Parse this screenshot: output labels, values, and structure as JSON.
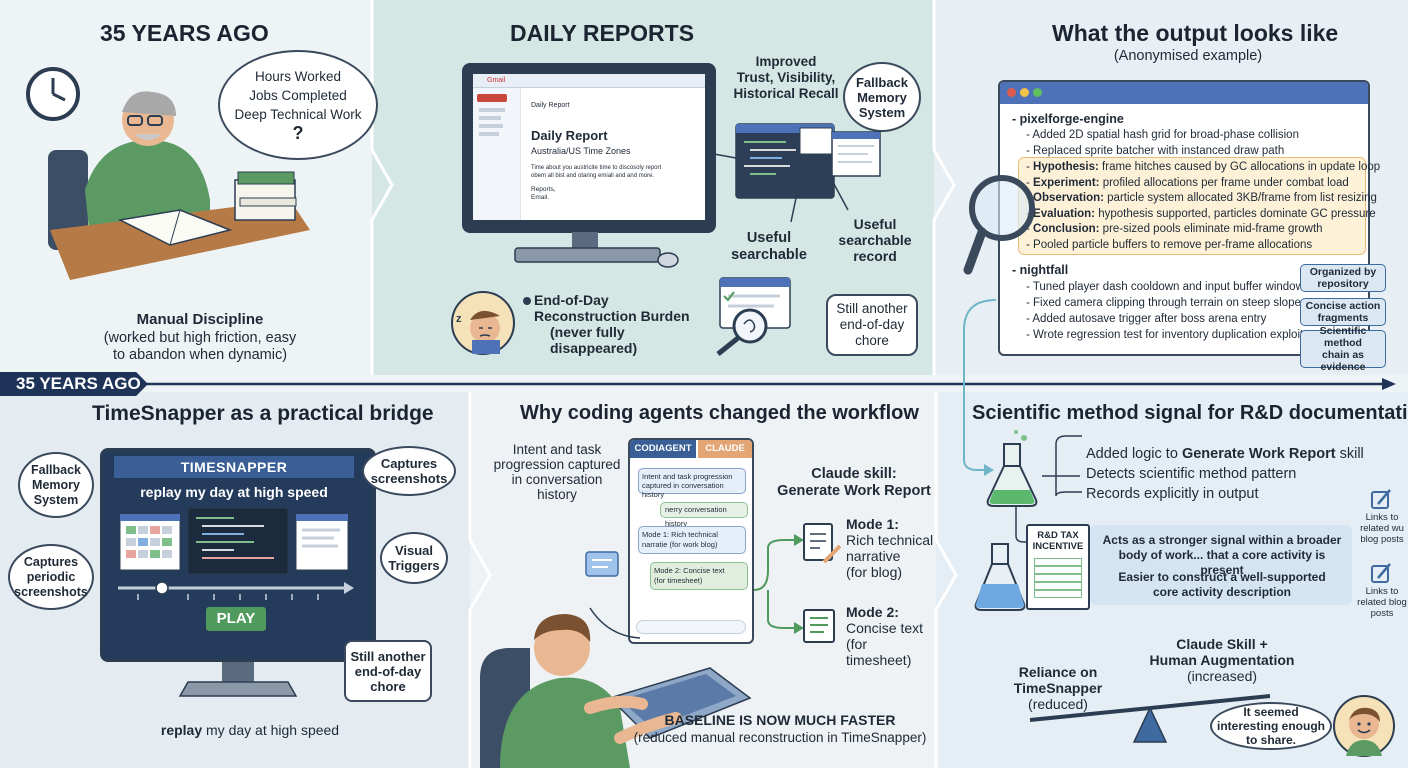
{
  "top_left": {
    "title": "35 YEARS AGO",
    "thought_lines": [
      "Hours Worked",
      "Jobs Completed",
      "Deep Technical Work",
      "?"
    ],
    "caption_bold": "Manual Discipline",
    "caption_lines": [
      "(worked but high friction, easy",
      "to abandon when dynamic)"
    ]
  },
  "top_middle": {
    "title": "DAILY REPORTS",
    "benefit_lines": [
      "Improved",
      "Trust, Visibility,",
      "Historical Recall"
    ],
    "fallback_lines": [
      "Fallback",
      "Memory",
      "System"
    ],
    "screen_mail_label": "Gmail",
    "screen_subject": "Daily Report",
    "screen_heading": "Daily Report",
    "screen_sub": "Australia/US Time Zones",
    "screen_body": [
      "Time about you austricite time to discosoly report",
      "obem all bist and otaring emiall and and more."
    ],
    "screen_sign": [
      "Reports,",
      "Email."
    ],
    "useful1_lines": [
      "Useful",
      "searchable"
    ],
    "useful2_lines": [
      "Useful",
      "searchable",
      "record"
    ],
    "burden_lines": [
      "End-of-Day",
      "Reconstruction Burden",
      "(never fully",
      "disappeared)"
    ],
    "chore_lines": [
      "Still another",
      "end-of-day",
      "chore"
    ]
  },
  "top_right": {
    "title": "What the output looks like",
    "subtitle": "(Anonymised example)",
    "projects": [
      {
        "name": "- pixelforge-engine",
        "items": [
          "- Added 2D spatial hash grid for broad-phase collision",
          "- Replaced sprite batcher with instanced draw path"
        ]
      }
    ],
    "method_items": [
      {
        "k": "Hypothesis:",
        "v": " frame hitches caused by GC allocations in update loop"
      },
      {
        "k": "Experiment:",
        "v": " profiled allocations per frame under combat load"
      },
      {
        "k": "Observation:",
        "v": " particle system allocated 3KB/frame from list resizing"
      },
      {
        "k": "Evaluation:",
        "v": " hypothesis supported, particles dominate GC pressure"
      },
      {
        "k": "Conclusion:",
        "v": " pre-sized pools eliminate mid-frame growth"
      },
      {
        "k": "",
        "v": "- Pooled particle buffers to remove per-frame allocations"
      }
    ],
    "project2": "- nightfall",
    "project2_items": [
      "- Tuned player dash cooldown and input buffer window",
      "- Fixed camera clipping through terrain on steep slopes",
      "- Added autosave trigger after boss arena entry",
      "- Wrote regression test for inventory duplication exploit"
    ],
    "tags": [
      [
        "Organized by",
        "repository"
      ],
      [
        "Concise action",
        "fragments"
      ],
      [
        "Scientific method",
        "chain as",
        "evidence"
      ]
    ]
  },
  "timeline_label": "35 YEARS AGO",
  "bottom_left": {
    "title": "TimeSnapper as a practical bridge",
    "fallback_lines": [
      "Fallback",
      "Memory",
      "System"
    ],
    "captures_lines": [
      "Captures",
      "screenshots"
    ],
    "periodic_lines": [
      "Captures",
      "periodic",
      "screenshots"
    ],
    "visual_lines": [
      "Visual",
      "Triggers"
    ],
    "chore_lines": [
      "Still another",
      "end-of-day",
      "chore"
    ],
    "app_name": "TIMESNAPPER",
    "replay_text": "replay my day at high speed",
    "play_label": "PLAY",
    "caption_bold": "replay",
    "caption_rest": " my day at high speed"
  },
  "bottom_middle": {
    "title": "Why coding agents changed the workflow",
    "intent_lines": [
      "Intent and task",
      "progression captured",
      "in conversation",
      "history"
    ],
    "tab1": "CODIAGENT",
    "tab2": "CLAUDE",
    "chat1": [
      "Intent and task progression",
      "captured in conversation history"
    ],
    "chat2": "nerry conversation history",
    "chat3": [
      "Mode 1: Rich technical",
      "narratie (for work blog)"
    ],
    "chat4": [
      "Mode 2: Concise text",
      "(for timesheet)"
    ],
    "skill_lines": [
      "Claude skill:",
      "Generate Work Report"
    ],
    "mode1_title": "Mode 1:",
    "mode1_lines": [
      "Rich technical",
      "narrative",
      "(for blog)"
    ],
    "mode2_title": "Mode 2:",
    "mode2_lines": [
      "Concise text",
      "(for timesheet)"
    ],
    "baseline": "BASELINE IS NOW MUCH FASTER",
    "baseline_sub": "(reduced manual reconstruction in TimeSnapper)"
  },
  "bottom_right": {
    "title": "Scientific method signal for R&D documentation",
    "line1_pre": "Added logic to ",
    "line1_bold": "Generate Work Report",
    "line1_post": " skill",
    "line2": "Detects scientific method pattern",
    "line3": "Records explicitly in output",
    "rd_tag_lines": [
      "R&D TAX",
      "INCENTIVE"
    ],
    "signal_lines": [
      "Acts as a stronger signal within a broader",
      "body of work... that a core activity is present"
    ],
    "easier_lines": [
      "Easier to construct a well-supported",
      "core activity description"
    ],
    "link1_lines": [
      "Links to",
      "related wu",
      "blog posts"
    ],
    "link2_lines": [
      "Links to",
      "related blog",
      "posts"
    ],
    "skill_lines": [
      "Claude Skill +",
      "Human Augmentation",
      "(increased)"
    ],
    "reliance_lines": [
      "Reliance on",
      "TimeSnapper",
      "(reduced)"
    ],
    "quote_lines": [
      "It seemed",
      "interesting enough",
      "to share."
    ]
  }
}
